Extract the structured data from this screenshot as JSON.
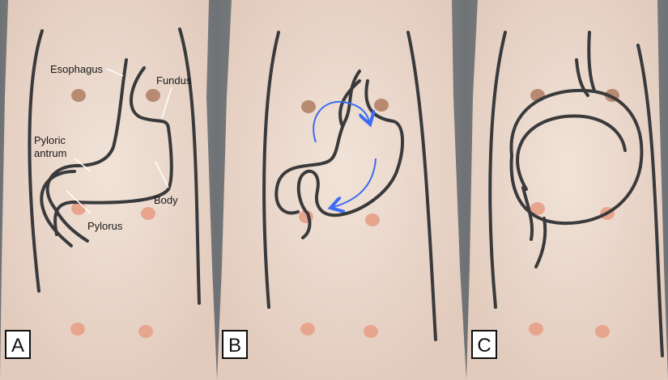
{
  "panels": [
    {
      "letter": "A"
    },
    {
      "letter": "B"
    },
    {
      "letter": "C"
    }
  ],
  "labels": {
    "esophagus": "Esophagus",
    "fundus": "Fundus",
    "pyloric_line1": "Pyloric",
    "pyloric_line2": "antrum",
    "body": "Body",
    "pylorus": "Pylorus"
  },
  "colors": {
    "outline": "#3a3a3c",
    "arrow": "#3c6cf2",
    "skin": "#ecdcd0",
    "table": "#8a8d90",
    "nipple": "#e8a58e"
  }
}
